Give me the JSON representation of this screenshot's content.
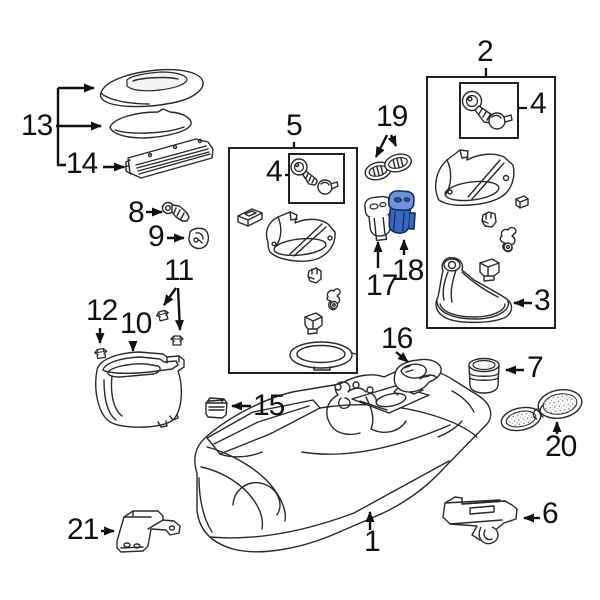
{
  "diagram": {
    "type": "exploded-parts-diagram",
    "subject": "center-console-assembly",
    "highlighted_callout": "18",
    "colors": {
      "line": "#231f20",
      "background": "#ffffff",
      "highlight_top": "#6f92d8",
      "highlight_front": "#3a67c0",
      "highlight_outline": "#122a66"
    },
    "callouts": {
      "c1": "1",
      "c2": "2",
      "c3": "3",
      "c4_console_box": "4",
      "c4_panel_box": "4",
      "c5": "5",
      "c6": "6",
      "c7": "7",
      "c8": "8",
      "c9": "9",
      "c10": "10",
      "c11": "11",
      "c12": "12",
      "c13": "13",
      "c14": "14",
      "c15": "15",
      "c16": "16",
      "c17": "17",
      "c18": "18",
      "c19": "19",
      "c20": "20",
      "c21": "21"
    }
  }
}
